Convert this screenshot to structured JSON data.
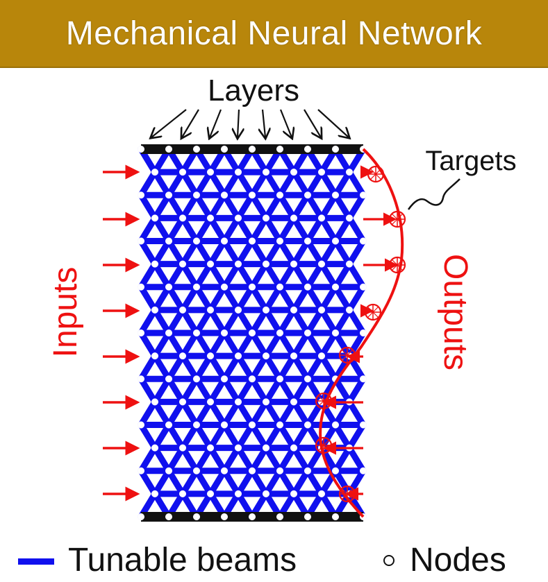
{
  "title": "Mechanical Neural Network",
  "labels": {
    "layers": "Layers",
    "targets": "Targets",
    "inputs": "Inputs",
    "outputs": "Outputs"
  },
  "legend": {
    "beams_label": "Tunable beams",
    "nodes_label": "Nodes"
  },
  "colors": {
    "banner": "#b8860b",
    "beam": "#1010ee",
    "arrow": "#ee1111",
    "node": "#ffffff",
    "wall": "#111111"
  },
  "icons": {
    "input_arrow": "right-arrow-icon",
    "layer_arrow": "down-arrow-icon",
    "target_marker": "crosshair-circle-icon"
  }
}
